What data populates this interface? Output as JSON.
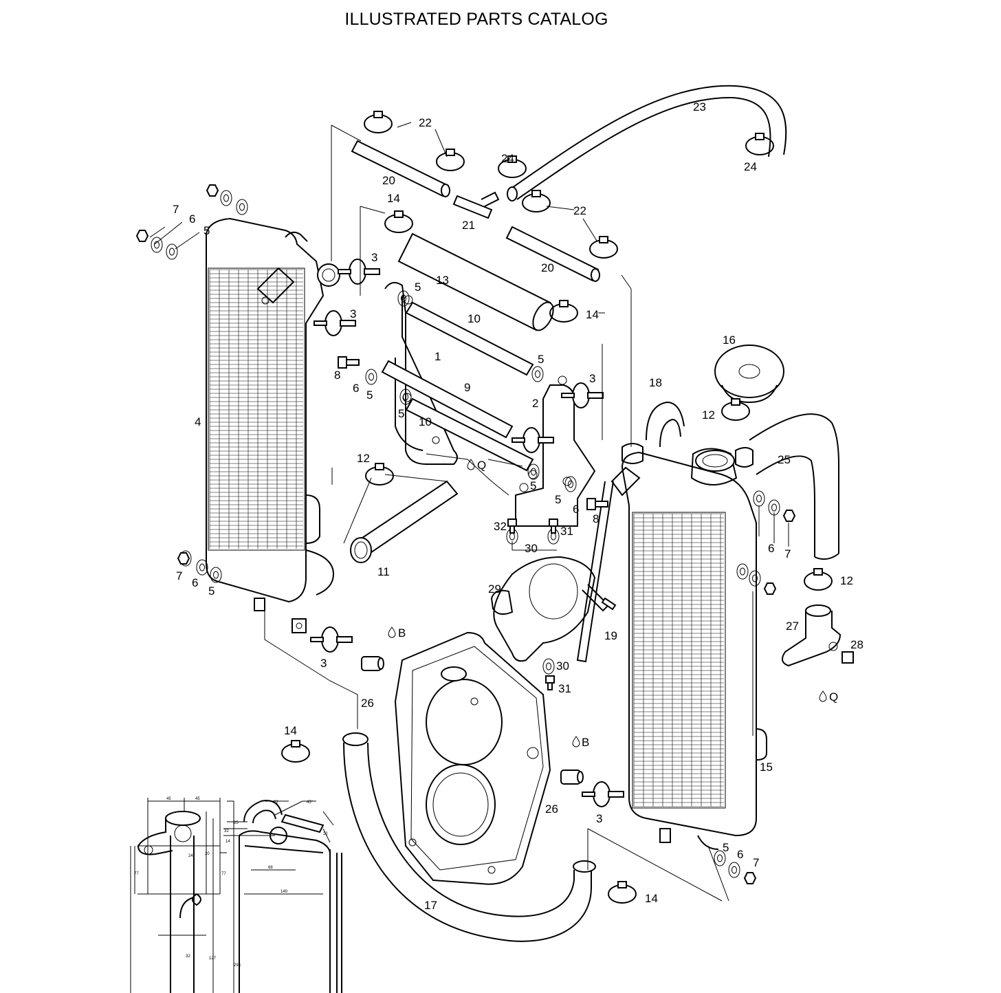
{
  "page": {
    "title": "ILLUSTRATED PARTS CATALOG"
  },
  "callouts": [
    "22",
    "23",
    "24",
    "24",
    "20",
    "14",
    "21",
    "22",
    "7",
    "6",
    "5",
    "3",
    "13",
    "20",
    "5",
    "10",
    "14",
    "3",
    "16",
    "1",
    "8",
    "6",
    "5",
    "5",
    "9",
    "3",
    "18",
    "4",
    "2",
    "12",
    "5",
    "10",
    "25",
    "12",
    "Q",
    "5",
    "6",
    "8",
    "5",
    "6",
    "7",
    "32",
    "31",
    "30",
    "11",
    "7",
    "6",
    "5",
    "12",
    "29",
    "19",
    "27",
    "28",
    "Q",
    "B",
    "30",
    "31",
    "3",
    "26",
    "14",
    "B",
    "15",
    "26",
    "3",
    "5",
    "6",
    "7",
    "17",
    "14"
  ],
  "dimension_numbers": [
    "45",
    "45",
    "22",
    "45°",
    "25",
    "32",
    "24",
    "14",
    "20",
    "22",
    "77",
    "77",
    "68",
    "149",
    "127",
    "32",
    "295"
  ]
}
